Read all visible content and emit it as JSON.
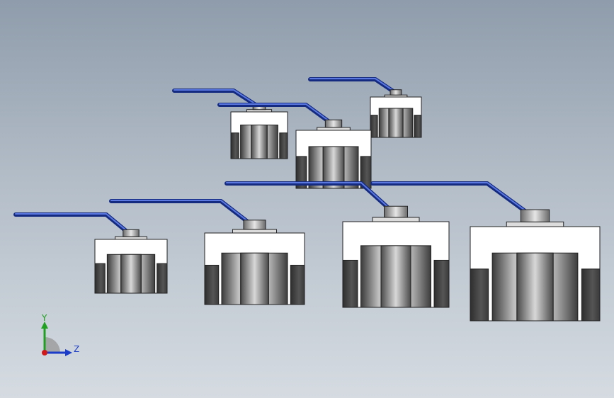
{
  "viewport": {
    "background_top": "#8f9cab",
    "background_bottom": "#d5dbe1"
  },
  "colors": {
    "handle": "#1e3aa8",
    "handle_highlight": "#5a78e0",
    "body_light": "#ffffff",
    "body_dark": "#3a3a3a",
    "steel_mid": "#8a8a8a",
    "outline": "#222222"
  },
  "assembly": {
    "valve_count": 7,
    "valves": [
      {
        "name": "valve-small-top-left"
      },
      {
        "name": "valve-small-top-right"
      },
      {
        "name": "valve-medium-center"
      },
      {
        "name": "valve-small-left"
      },
      {
        "name": "valve-medium-left"
      },
      {
        "name": "valve-large-center"
      },
      {
        "name": "valve-large-right"
      }
    ]
  },
  "triad": {
    "y_label": "Y",
    "z_label": "Z",
    "y_color": "#1fa01f",
    "z_color": "#1a3cc8",
    "x_color": "#d01818"
  }
}
